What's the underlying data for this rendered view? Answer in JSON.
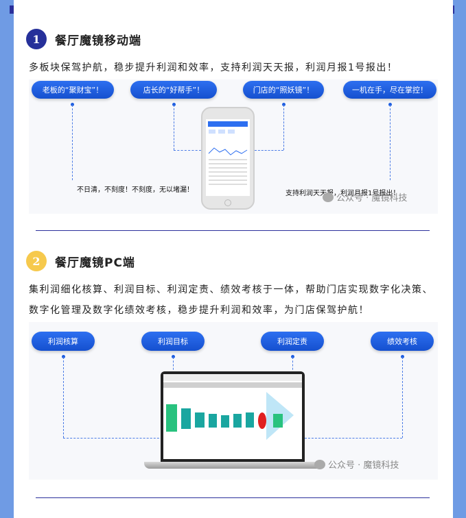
{
  "section1": {
    "number": "1",
    "title": "餐厅魔镜移动端",
    "description": "多板块保驾护航，稳步提升利润和效率，支持利润天天报，利润月报1号报出！",
    "pills": [
      "老板的“聚财宝”！",
      "店长的“好帮手”！",
      "门店的“照妖镜”！",
      "一机在手，尽在掌控！"
    ],
    "caption_left": "不日清，不刻度！不刻度，无以堵漏！",
    "caption_right": "支持利润天天报，利润月报1号报出！"
  },
  "section2": {
    "number": "2",
    "title": "餐厅魔镜PC端",
    "description": "集利润细化核算、利润目标、利润定责、绩效考核于一体，帮助门店实现数字化决策、数字化管理及数字化绩效考核，稳步提升利润和效率，为门店保驾护航！",
    "pills": [
      "利润核算",
      "利润目标",
      "利润定责",
      "绩效考核"
    ]
  },
  "watermark": "公众号 · 魔镜科技",
  "colors": {
    "accent": "#26309a",
    "pill": "#1f5fe0",
    "badge2": "#f6c94d",
    "border": "#6f9be4"
  }
}
